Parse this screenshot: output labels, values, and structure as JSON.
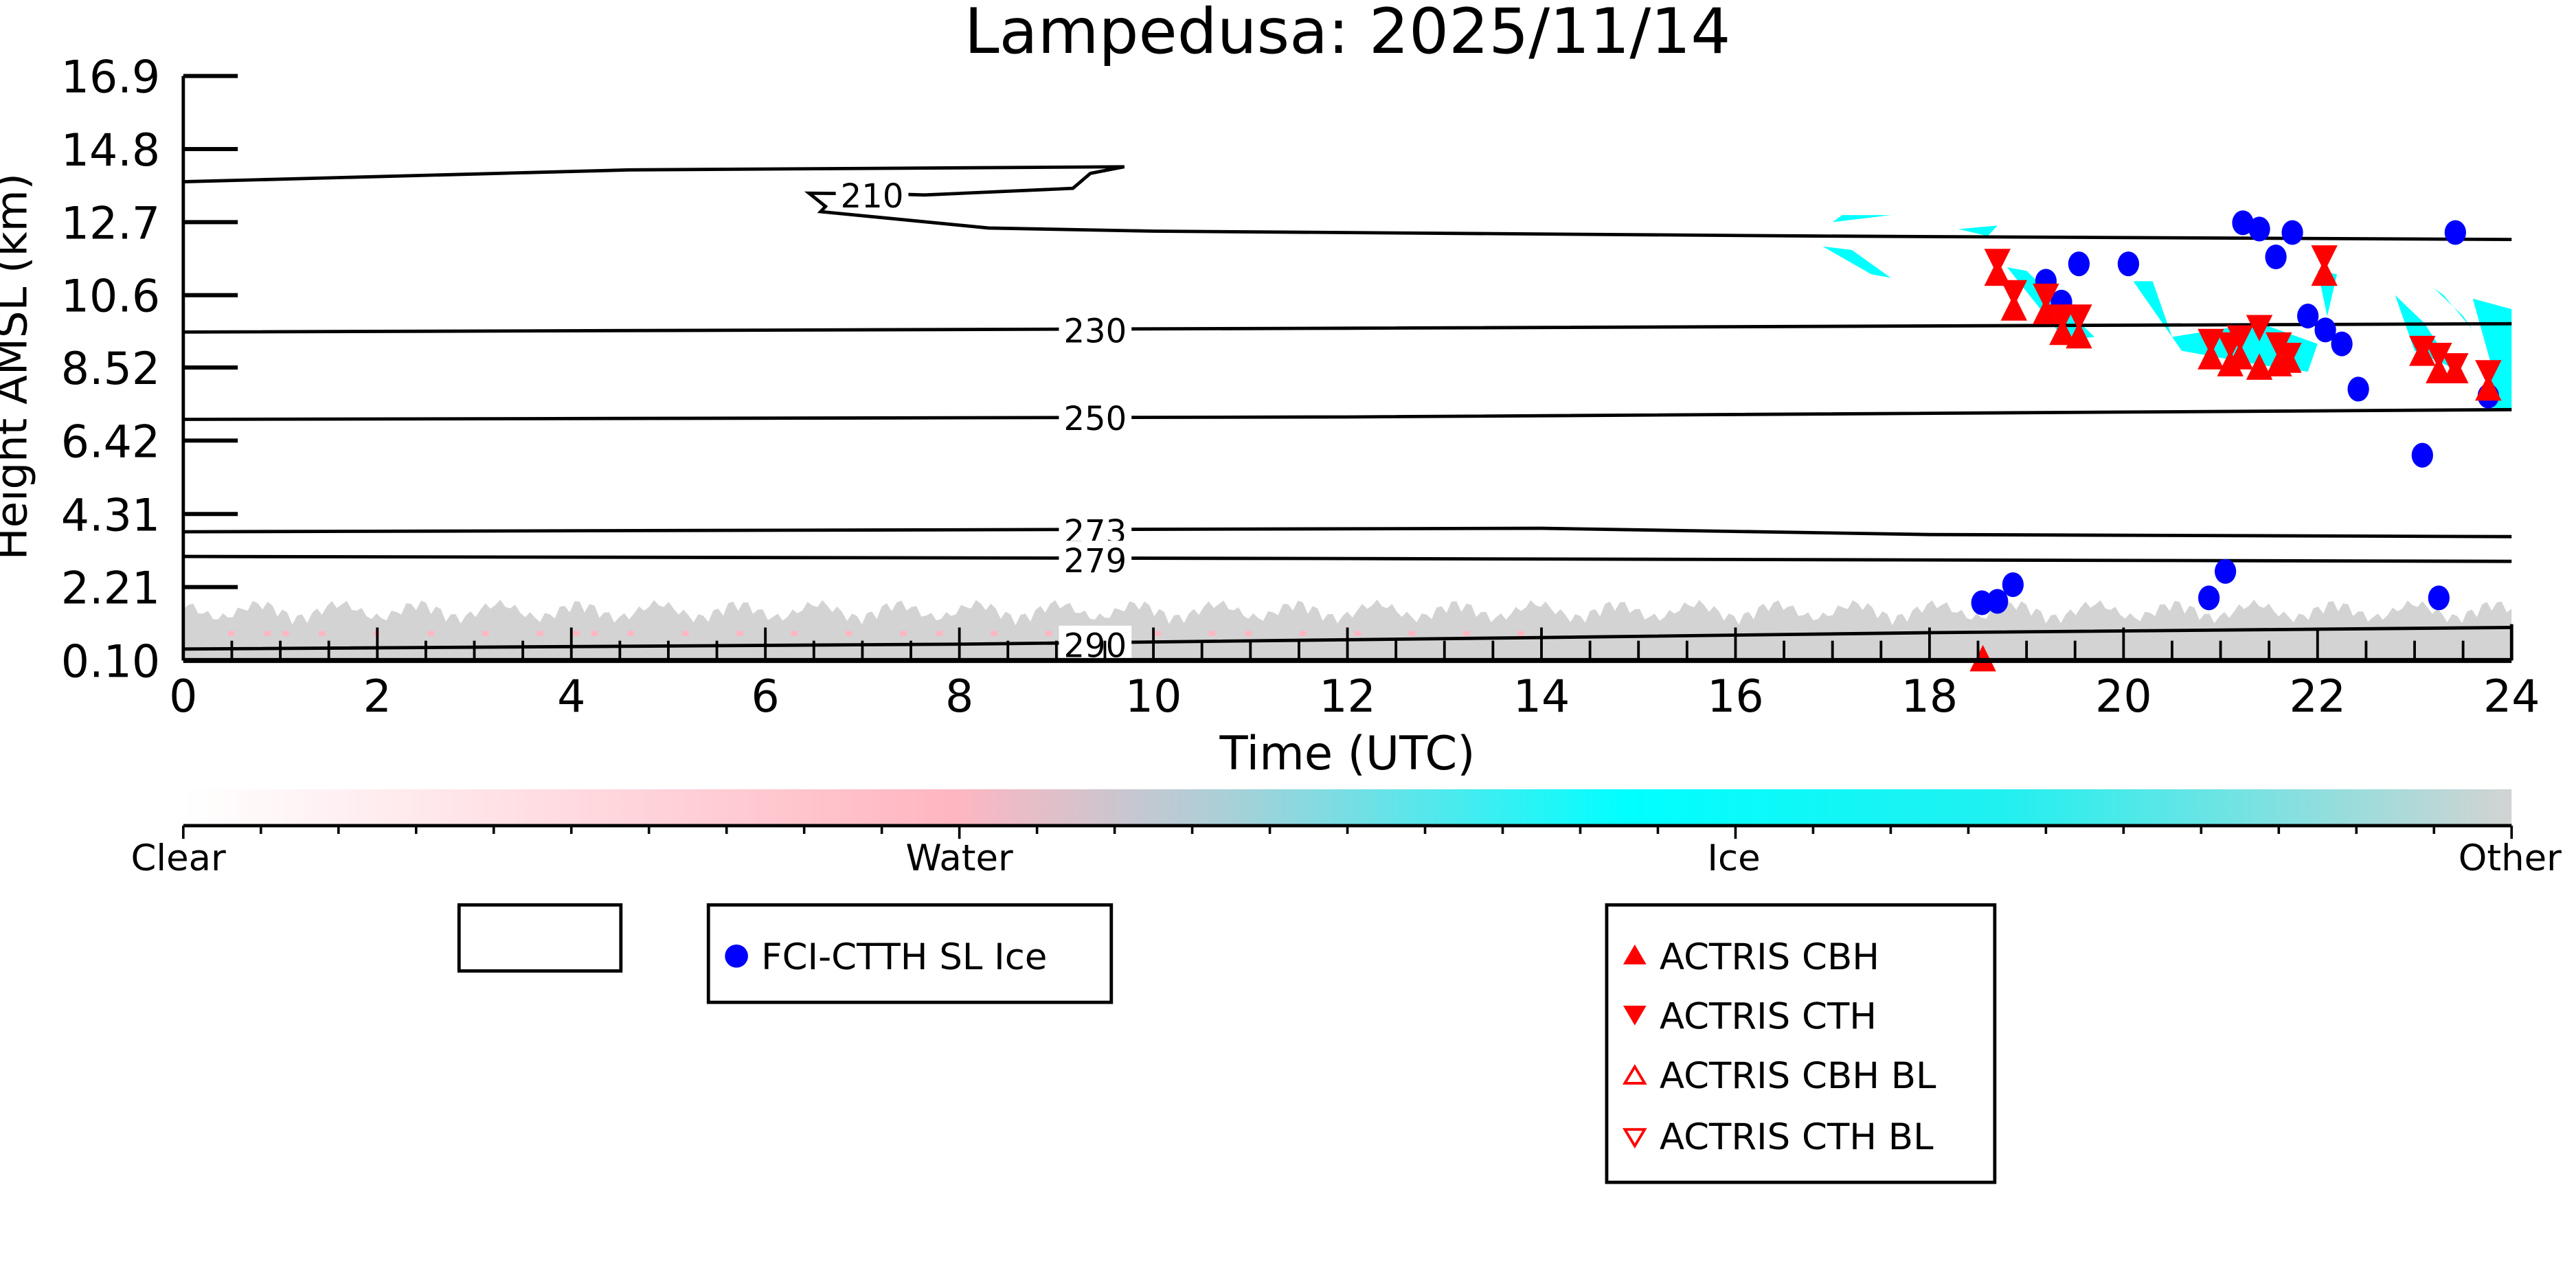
{
  "chart_data": {
    "type": "scatter",
    "title": "Lampedusa: 2025/11/14",
    "xlabel": "Time (UTC)",
    "ylabel": "Height AMSL (km)",
    "xlim": [
      0,
      24
    ],
    "ylim": [
      0.1,
      16.9
    ],
    "xticks": [
      0,
      2,
      4,
      6,
      8,
      10,
      12,
      14,
      16,
      18,
      20,
      22,
      24
    ],
    "yticks": [
      "0.10",
      "2.21",
      "4.31",
      "6.42",
      "8.52",
      "10.6",
      "12.7",
      "14.8",
      "16.9"
    ],
    "ytick_values": [
      0.1,
      2.21,
      4.31,
      6.42,
      8.52,
      10.6,
      12.7,
      14.8,
      16.9
    ],
    "colorbar": {
      "labels": [
        "Clear",
        "Water",
        "Ice",
        "Other"
      ],
      "colors": [
        "#ffffff",
        "#ffb6c1",
        "#00ffff",
        "#d3d3d3"
      ]
    },
    "contours": [
      {
        "label": "210",
        "label_at": [
          7.1,
          13.5
        ],
        "points": [
          [
            0,
            13.86
          ],
          [
            4.6,
            14.2
          ],
          [
            9.7,
            14.29
          ],
          [
            9.35,
            14.1
          ],
          [
            9.17,
            13.67
          ],
          [
            7.64,
            13.48
          ],
          [
            7.4,
            13.5
          ]
        ],
        "points2": [
          [
            6.8,
            13.52
          ],
          [
            6.45,
            13.53
          ],
          [
            6.62,
            13.15
          ],
          [
            6.57,
            13.0
          ],
          [
            8.3,
            12.53
          ],
          [
            10,
            12.44
          ],
          [
            16.8,
            12.3
          ],
          [
            24,
            12.2
          ]
        ]
      },
      {
        "label": "230",
        "label_at": [
          9.4,
          9.62
        ],
        "points": [
          [
            0,
            9.54
          ],
          [
            12,
            9.65
          ],
          [
            24,
            9.78
          ]
        ]
      },
      {
        "label": "250",
        "label_at": [
          9.4,
          7.1
        ],
        "points": [
          [
            0,
            7.03
          ],
          [
            12,
            7.1
          ],
          [
            24,
            7.31
          ]
        ]
      },
      {
        "label": "273",
        "label_at": [
          9.4,
          3.85
        ],
        "points": [
          [
            0,
            3.8
          ],
          [
            14,
            3.9
          ],
          [
            18,
            3.72
          ],
          [
            24,
            3.66
          ]
        ]
      },
      {
        "label": "279",
        "label_at": [
          9.4,
          3.02
        ],
        "points": [
          [
            0,
            3.09
          ],
          [
            12,
            3.03
          ],
          [
            24,
            2.95
          ]
        ]
      },
      {
        "label": "290",
        "label_at": [
          9.4,
          0.58
        ],
        "points": [
          [
            0,
            0.43
          ],
          [
            8,
            0.57
          ],
          [
            14,
            0.76
          ],
          [
            18,
            0.9
          ],
          [
            24,
            1.05
          ]
        ]
      }
    ],
    "series": [
      {
        "name": "FCI-CTTH SL Ice",
        "marker": "circle",
        "color": "#0000ff",
        "points": [
          [
            18.54,
            1.76
          ],
          [
            18.7,
            1.8
          ],
          [
            18.86,
            2.28
          ],
          [
            19.2,
            11.0
          ],
          [
            19.36,
            10.4
          ],
          [
            19.54,
            11.5
          ],
          [
            20.05,
            11.5
          ],
          [
            20.88,
            1.9
          ],
          [
            21.05,
            2.66
          ],
          [
            21.23,
            12.68
          ],
          [
            21.4,
            12.5
          ],
          [
            21.57,
            11.7
          ],
          [
            21.74,
            12.4
          ],
          [
            21.9,
            10.0
          ],
          [
            22.08,
            9.6
          ],
          [
            22.25,
            9.2
          ],
          [
            22.42,
            7.9
          ],
          [
            23.08,
            6.0
          ],
          [
            23.25,
            1.9
          ],
          [
            23.42,
            12.4
          ],
          [
            23.76,
            7.7
          ]
        ]
      },
      {
        "name": "ACTRIS CBH",
        "marker": "triangle-up",
        "color": "#ff0000",
        "points": [
          [
            18.7,
            11.2
          ],
          [
            18.87,
            10.2
          ],
          [
            19.2,
            10.1
          ],
          [
            19.37,
            9.5
          ],
          [
            19.54,
            9.4
          ],
          [
            20.9,
            8.8
          ],
          [
            21.1,
            8.6
          ],
          [
            21.2,
            8.8
          ],
          [
            21.4,
            8.5
          ],
          [
            21.6,
            8.6
          ],
          [
            21.7,
            8.7
          ],
          [
            22.07,
            11.2
          ],
          [
            23.08,
            8.9
          ],
          [
            23.25,
            8.4
          ],
          [
            23.42,
            8.4
          ],
          [
            23.76,
            7.9
          ],
          [
            18.55,
            0.12
          ]
        ]
      },
      {
        "name": "ACTRIS CTH",
        "marker": "triangle-down",
        "color": "#ff0000",
        "points": [
          [
            18.7,
            11.6
          ],
          [
            18.87,
            10.7
          ],
          [
            19.2,
            10.6
          ],
          [
            19.37,
            10.0
          ],
          [
            19.54,
            10.0
          ],
          [
            20.9,
            9.3
          ],
          [
            21.1,
            9.2
          ],
          [
            21.2,
            9.4
          ],
          [
            21.4,
            9.7
          ],
          [
            21.6,
            9.2
          ],
          [
            21.7,
            8.9
          ],
          [
            22.07,
            11.7
          ],
          [
            23.08,
            9.1
          ],
          [
            23.25,
            8.9
          ],
          [
            23.42,
            8.6
          ],
          [
            23.76,
            8.4
          ]
        ]
      },
      {
        "name": "ACTRIS CBH BL",
        "marker": "triangle-up-open",
        "color": "#ff0000",
        "points": []
      },
      {
        "name": "ACTRIS CTH BL",
        "marker": "triangle-down-open",
        "color": "#ff0000",
        "points": []
      }
    ],
    "legend": {
      "box1": [
        "FCI-CTTH SL Ice"
      ],
      "box2": [
        "ACTRIS CBH",
        "ACTRIS CTH",
        "ACTRIS CBH BL",
        "ACTRIS CTH BL"
      ]
    }
  }
}
